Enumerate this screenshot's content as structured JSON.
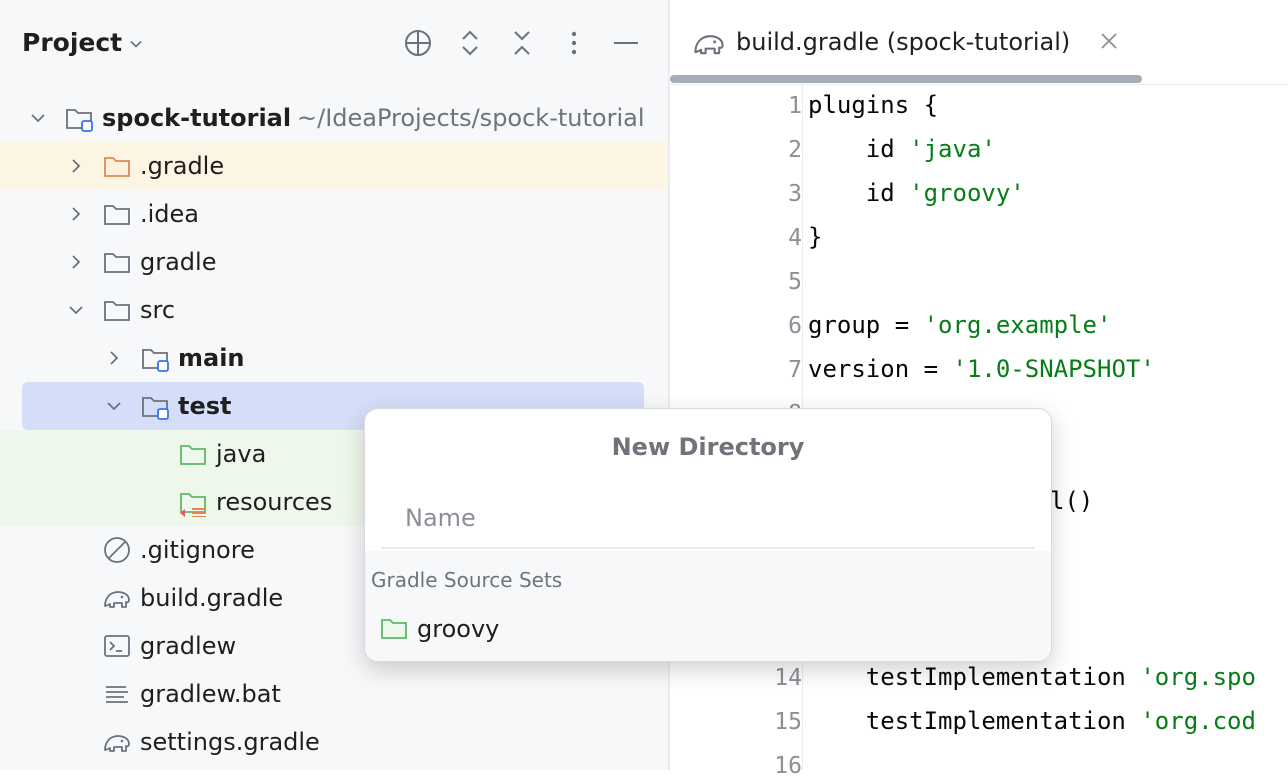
{
  "project_panel": {
    "title": "Project",
    "toolbar": [
      {
        "name": "locate-icon"
      },
      {
        "name": "expand-all-icon"
      },
      {
        "name": "collapse-all-icon"
      },
      {
        "name": "more-options-icon"
      },
      {
        "name": "hide-panel-icon"
      }
    ],
    "tree": [
      {
        "label": "spock-tutorial",
        "hint": "~/IdeaProjects/spock-tutorial",
        "icon": "module-folder-icon",
        "expanded": true
      },
      {
        "label": ".gradle",
        "icon": "folder-orange-icon",
        "expanded": false
      },
      {
        "label": ".idea",
        "icon": "folder-icon",
        "expanded": false
      },
      {
        "label": "gradle",
        "icon": "folder-icon",
        "expanded": false
      },
      {
        "label": "src",
        "icon": "folder-icon",
        "expanded": true
      },
      {
        "label": "main",
        "icon": "source-root-folder-icon",
        "expanded": false
      },
      {
        "label": "test",
        "icon": "source-root-folder-icon",
        "expanded": true,
        "selected": true
      },
      {
        "label": "java",
        "icon": "test-folder-icon"
      },
      {
        "label": "resources",
        "icon": "test-resources-folder-icon"
      },
      {
        "label": ".gitignore",
        "icon": "ignored-file-icon"
      },
      {
        "label": "build.gradle",
        "icon": "gradle-elephant-icon"
      },
      {
        "label": "gradlew",
        "icon": "terminal-script-icon"
      },
      {
        "label": "gradlew.bat",
        "icon": "text-file-icon"
      },
      {
        "label": "settings.gradle",
        "icon": "gradle-elephant-icon"
      }
    ]
  },
  "editor": {
    "tab": {
      "label": "build.gradle (spock-tutorial)",
      "icon": "gradle-elephant-icon"
    },
    "line_numbers": [
      "1",
      "2",
      "3",
      "4",
      "5",
      "6",
      "7",
      "8",
      "14",
      "15",
      "16"
    ],
    "code": {
      "l1": "plugins {",
      "l2_kw": "    id ",
      "l2_str": "'java'",
      "l3_kw": "    id ",
      "l3_str": "'groovy'",
      "l4": "}",
      "l6_kw": "group = ",
      "l6_str": "'org.example'",
      "l7_kw": "version = ",
      "l7_str": "'1.0-SNAPSHOT'",
      "l10_partial": "l()",
      "l14_kw": "    testImplementation ",
      "l14_str": "'org.spo",
      "l15_kw": "    testImplementation ",
      "l15_str": "'org.cod"
    }
  },
  "popup": {
    "title": "New Directory",
    "name_placeholder": "Name",
    "section_label": "Gradle Source Sets",
    "suggestions": [
      {
        "label": "groovy",
        "icon": "test-folder-icon"
      }
    ]
  },
  "colors": {
    "selection": "#d5def8",
    "excluded_highlight": "#fdf5e3",
    "test_highlight": "#edf7ea",
    "string": "#067d17",
    "source_root_blue": "#3574f0",
    "test_green": "#5fb865"
  }
}
